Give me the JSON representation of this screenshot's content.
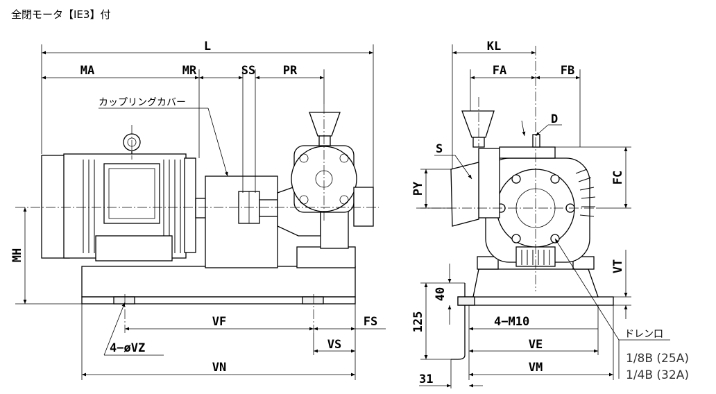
{
  "title": "全閉モータ【IE3】付",
  "side_view": {
    "dimensions": {
      "L": "L",
      "MA": "MA",
      "MR": "MR",
      "SS": "SS",
      "PR": "PR",
      "MH": "MH",
      "VF": "VF",
      "FS": "FS",
      "VS": "VS",
      "VN": "VN",
      "VZ": "4−øVZ"
    },
    "callouts": {
      "coupling_cover": "カップリングカバー"
    }
  },
  "front_view": {
    "dimensions": {
      "KL": "KL",
      "FA": "FA",
      "FB": "FB",
      "FC": "FC",
      "PY": "PY",
      "VT": "VT",
      "VE": "VE",
      "VM": "VM",
      "M10": "4−M10",
      "d125": "125",
      "d40": "40",
      "d31": "31"
    },
    "callouts": {
      "D": "D",
      "S": "S",
      "drain": "ドレン口",
      "drain_size_1": "1/8B (25A)",
      "drain_size_2": "1/4B (32A)"
    }
  }
}
